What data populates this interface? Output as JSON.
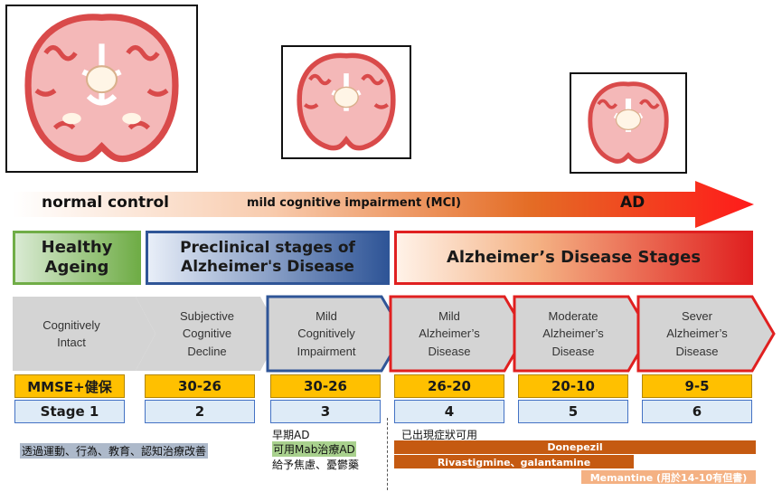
{
  "progression": {
    "start_label": "normal control",
    "middle_label": "mild cognitive impairment (MCI)",
    "end_label": "AD"
  },
  "stage_groups": [
    {
      "label_line1": "Healthy",
      "label_line2": "Ageing",
      "color": "#70ad47"
    },
    {
      "label_line1": "Preclinical stages of",
      "label_line2": "Alzheimer's Disease",
      "color": "#2f5597"
    },
    {
      "label_line1": "Alzheimer’s Disease Stages",
      "label_line2": "",
      "color": "#e02020"
    }
  ],
  "stages": [
    {
      "line1": "Cognitively",
      "line2": "Intact",
      "line3": "",
      "mmse": "MMSE+健保",
      "stage": "Stage 1"
    },
    {
      "line1": "Subjective",
      "line2": "Cognitive",
      "line3": "Decline",
      "mmse": "30-26",
      "stage": "2"
    },
    {
      "line1": "Mild",
      "line2": "Cognitively",
      "line3": "Impairment",
      "mmse": "30-26",
      "stage": "3"
    },
    {
      "line1": "Mild",
      "line2": "Alzheimer’s",
      "line3": "Disease",
      "mmse": "26-20",
      "stage": "4"
    },
    {
      "line1": "Moderate",
      "line2": "Alzheimer’s",
      "line3": "Disease",
      "mmse": "20-10",
      "stage": "5"
    },
    {
      "line1": "Sever",
      "line2": "Alzheimer’s",
      "line3": "Disease",
      "mmse": "9-5",
      "stage": "6"
    }
  ],
  "notes": {
    "left_note": "透過運動、行為、教育、認知治療改善",
    "early_ad": "早期AD",
    "mab": "可用Mab治療AD",
    "anxiety": "給予焦慮、憂鬱藥",
    "symptoms": "已出現症狀可用"
  },
  "drugs": {
    "donepezil": "Donepezil",
    "rivastigmine": "Rivastigmine、galantamine",
    "memantine": "Memantine (用於14-10有但書)"
  },
  "colors": {
    "mmse_fill": "#ffc000",
    "stage_fill": "#deebf7",
    "drug_bar": "#c55a11",
    "memantine_bar": "#f4b183",
    "note_highlight": "#adb9ca",
    "mab_highlight": "#a9d18e"
  }
}
